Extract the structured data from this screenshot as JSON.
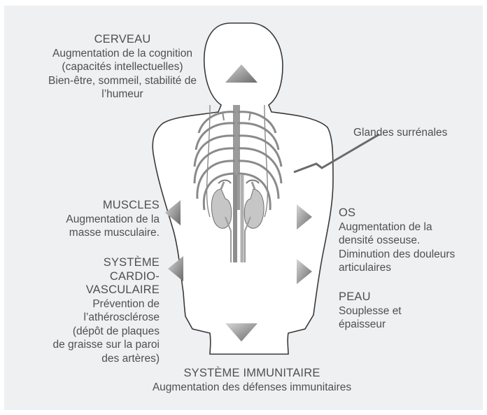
{
  "labels": {
    "brain": {
      "title": "CERVEAU",
      "lines": [
        "Augmentation de la cognition",
        "(capacités intellectuelles)",
        "Bien-être, sommeil, stabilité de",
        "l’humeur"
      ]
    },
    "adrenal": {
      "text": "Glandes surrénales"
    },
    "muscles": {
      "title": "MUSCLES",
      "lines": [
        "Augmentation de la",
        "masse musculaire."
      ]
    },
    "bones": {
      "title": "OS",
      "lines": [
        "Augmentation de la",
        "densité osseuse.",
        "Diminution des douleurs",
        "articulaires"
      ]
    },
    "cardio": {
      "title": [
        "SYSTÈME",
        "CARDIO-",
        "VASCULAIRE"
      ],
      "lines": [
        "Prévention de",
        "l’athérosclérose",
        "(dépôt de plaques",
        "de graisse sur la paroi",
        "des artères)"
      ]
    },
    "skin": {
      "title": "PEAU",
      "lines": [
        "Souplesse et",
        "épaisseur"
      ]
    },
    "immune": {
      "title": "SYSTÈME IMMUNITAIRE",
      "lines": [
        "Augmentation des défenses immunitaires"
      ]
    }
  },
  "colors": {
    "panel_background": "#eef0f2",
    "text": "#4f4f4f",
    "arrow_dark": "#6a6a6a",
    "arrow_light": "#d6d6d6"
  },
  "icons": [
    "arrow-up-brain",
    "arrow-left-muscles",
    "arrow-left-cardio",
    "arrow-right-bones",
    "arrow-right-skin",
    "arrow-down-immune"
  ]
}
